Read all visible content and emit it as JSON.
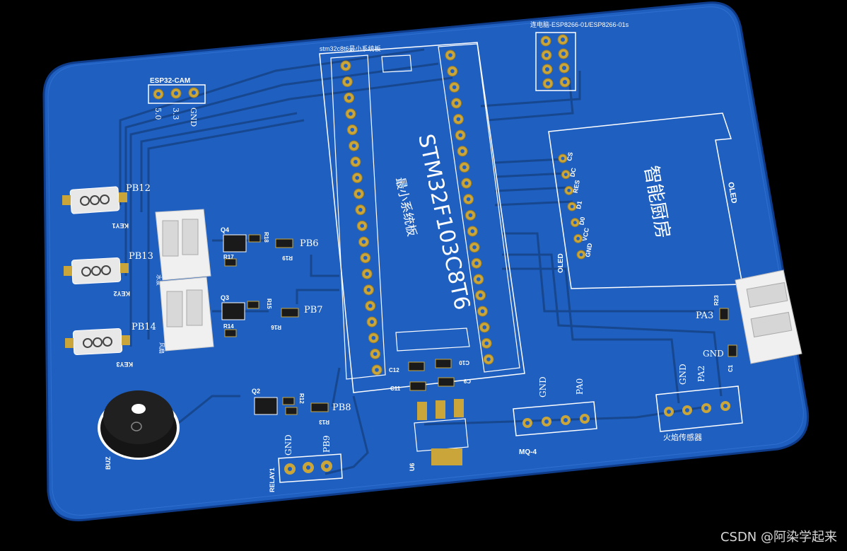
{
  "colors": {
    "background": "#000000",
    "board": "#1f5fc0",
    "board_edge": "#0f3c8a",
    "trace": "#16478f",
    "silk": "#ffffff",
    "pad": "#c9a53a",
    "pad_dark": "#9c7d22",
    "component": "#1a1a1a",
    "connector": "#f0f0f0"
  },
  "silkscreen": {
    "esp32_cam": "ESP32-CAM",
    "pin_5v": "5.0",
    "pin_3v3": "3.3",
    "pin_gnd": "GND",
    "wifi_note": "连电脑-ESP8266-01/ESP8266-01s",
    "mcu_board_note": "stm32c8t6最小系统板",
    "mcu_name": "STM32F103C8T6",
    "mcu_sub": "最小系统板",
    "pb12": "PB12",
    "pb13": "PB13",
    "pb14": "PB14",
    "key1": "KEY1",
    "key2": "KEY2",
    "key3": "KEY3",
    "q4": "Q4",
    "q3": "Q3",
    "q2": "Q2",
    "r18": "R18",
    "r19": "R19",
    "r17": "R17",
    "r15": "R15",
    "r16": "R16",
    "r14": "R14",
    "r12": "R12",
    "r13": "R13",
    "pb6": "PB6",
    "pb7": "PB7",
    "pb8": "PB8",
    "fan": "风扇",
    "pump": "水泵",
    "buz": "BUZ",
    "relay": "RELAY1",
    "relay_gnd": "GND",
    "relay_pb9": "PB9",
    "u6": "U6",
    "c12": "C12",
    "c11": "C11",
    "c10": "C10",
    "c9": "C9",
    "oled_title": "智能厨房",
    "oled_label": "OLED",
    "oled_bottom": "OLED",
    "oled_pins": [
      "GND",
      "VCC",
      "D0",
      "D1",
      "RES",
      "DC",
      "CS"
    ],
    "mq4": "MQ-4",
    "mq_gnd": "GND",
    "mq_pa0": "PA0",
    "flame": "火焰传感器",
    "flame_gnd": "GND",
    "flame_pa2": "PA2",
    "pa3": "PA3",
    "r23": "R23",
    "c1": "C1",
    "gnd_right": "GND"
  },
  "watermark": "CSDN @阿染学起来"
}
